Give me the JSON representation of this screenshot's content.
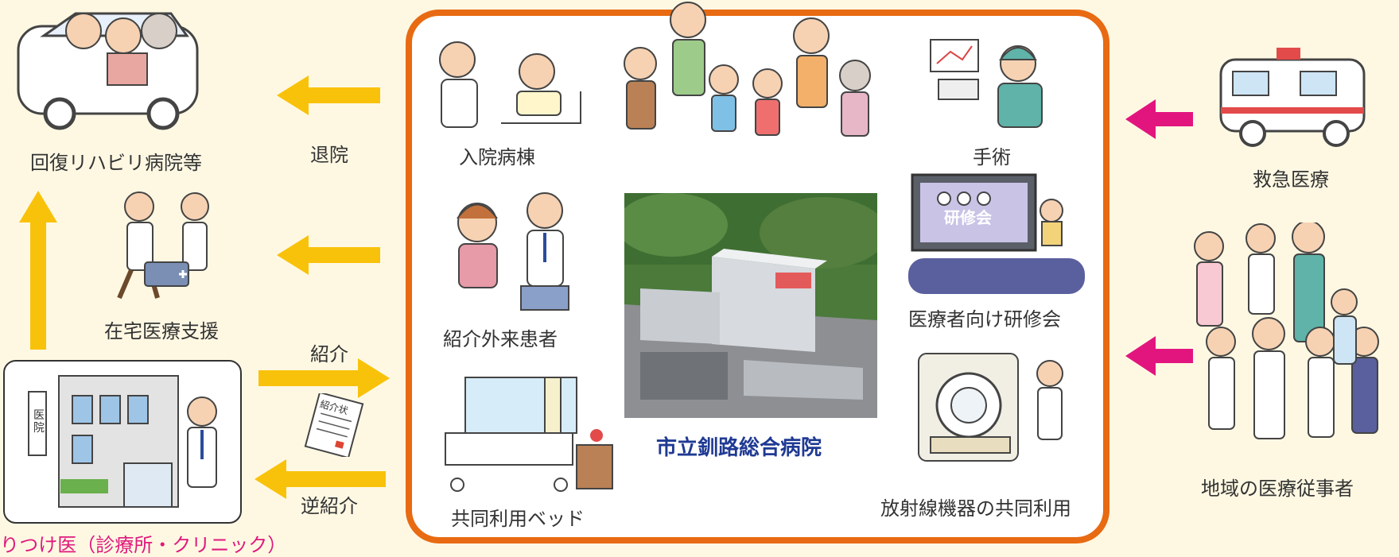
{
  "left": {
    "rehab_hospital": "回復リハビリ病院等",
    "home_care": "在宅医療支援",
    "clinic_caption": "りつけ医（診療所・クリニック）",
    "clinic_sign": "医院"
  },
  "arrows": {
    "discharge": "退院",
    "referral": "紹介",
    "reverse_referral": "逆紹介"
  },
  "referral_doc": "紹介状",
  "center": {
    "ward": "入院病棟",
    "outpatient": "紹介外来患者",
    "shared_bed": "共同利用ベッド",
    "hospital_name": "市立釧路総合病院",
    "surgery": "手術",
    "seminar_sign": "研修会",
    "seminar": "医療者向け研修会",
    "radiology": "放射線機器の共同利用"
  },
  "right": {
    "emergency": "救急医療",
    "regional_staff": "地域の医療従事者"
  },
  "colors": {
    "frame": "#e86a12",
    "yellow_arrow": "#f9c20a",
    "pink_arrow": "#e2157f",
    "hospital_name": "#1f3a93",
    "background": "#fef8e3"
  }
}
